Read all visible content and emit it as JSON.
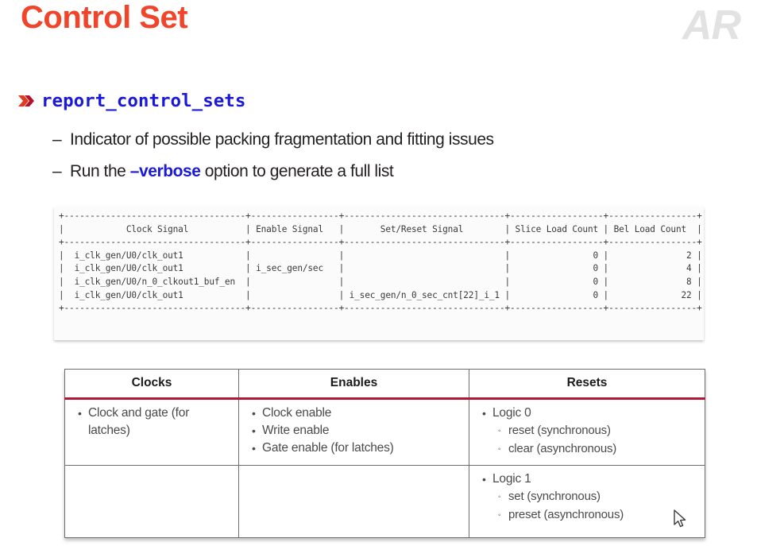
{
  "slide": {
    "title": "Control Set",
    "watermark_text": "AR",
    "title_color": "#f0452a",
    "accent_color": "#b01838",
    "link_color": "#1a19d8"
  },
  "bullets": {
    "level1": {
      "icon": "double-chevron-right-icon",
      "label": "report_control_sets"
    },
    "level2": [
      {
        "dash": "–",
        "text": "Indicator of possible packing fragmentation and fitting issues"
      },
      {
        "dash": "–",
        "pre": "Run the ",
        "keyword": "–verbose",
        "post": " option to generate a full list"
      }
    ]
  },
  "report": {
    "headers": [
      "Clock Signal",
      "Enable Signal",
      "Set/Reset Signal",
      "Slice Load Count",
      "Bel Load Count"
    ],
    "rows": [
      {
        "clock": "i_clk_gen/U0/clk_out1",
        "enable": "",
        "setreset": "",
        "slice_load_count": "0",
        "bel_load_count": "2"
      },
      {
        "clock": "i_clk_gen/U0/clk_out1",
        "enable": "i_sec_gen/sec",
        "setreset": "",
        "slice_load_count": "0",
        "bel_load_count": "4"
      },
      {
        "clock": "i_clk_gen/U0/n_0_clkout1_buf_en",
        "enable": "",
        "setreset": "",
        "slice_load_count": "0",
        "bel_load_count": "8"
      },
      {
        "clock": "i_clk_gen/U0/clk_out1",
        "enable": "",
        "setreset": "i_sec_gen/n_0_sec_cnt[22]_i_1",
        "slice_load_count": "0",
        "bel_load_count": "22"
      }
    ],
    "text": "+-----------------------------------+-----------------+-------------------------------+------------------+-----------------+\n|            Clock Signal           | Enable Signal   |       Set/Reset Signal        | Slice Load Count | Bel Load Count  |\n+-----------------------------------+-----------------+-------------------------------+------------------+-----------------+\n|  i_clk_gen/U0/clk_out1            |                 |                               |                0 |               2 |\n|  i_clk_gen/U0/clk_out1            | i_sec_gen/sec   |                               |                0 |               4 |\n|  i_clk_gen/U0/n_0_clkout1_buf_en  |                 |                               |                0 |               8 |\n|  i_clk_gen/U0/clk_out1            |                 | i_sec_gen/n_0_sec_cnt[22]_i_1 |                0 |              22 |\n+-----------------------------------+-----------------+-------------------------------+------------------+-----------------+"
  },
  "control_table": {
    "headers": [
      "Clocks",
      "Enables",
      "Resets"
    ],
    "rows": [
      {
        "clocks": [
          {
            "level": 1,
            "text": "Clock and gate (for latches)"
          }
        ],
        "enables": [
          {
            "level": 1,
            "text": "Clock enable"
          },
          {
            "level": 1,
            "text": "Write enable"
          },
          {
            "level": 1,
            "text": "Gate enable (for latches)"
          }
        ],
        "resets": [
          {
            "level": 1,
            "text": "Logic 0"
          },
          {
            "level": 2,
            "text": "reset (synchronous)"
          },
          {
            "level": 2,
            "text": "clear (asynchronous)"
          }
        ]
      },
      {
        "clocks": [],
        "enables": [],
        "resets": [
          {
            "level": 1,
            "text": "Logic 1"
          },
          {
            "level": 2,
            "text": "set (synchronous)"
          },
          {
            "level": 2,
            "text": "preset (asynchronous)"
          }
        ]
      }
    ],
    "bullet_glyph": "•",
    "subbullet_glyph": "◦"
  },
  "cursor": {
    "icon": "mouse-pointer-icon"
  }
}
